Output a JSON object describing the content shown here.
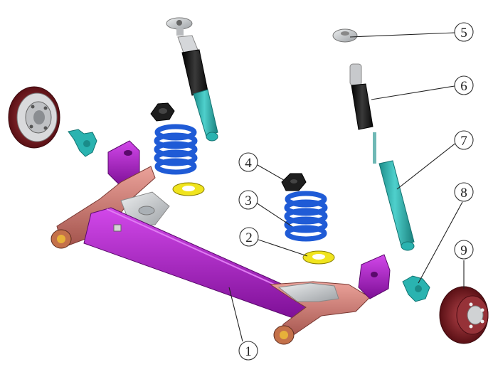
{
  "callouts": [
    {
      "id": "1",
      "label": "1"
    },
    {
      "id": "2",
      "label": "2"
    },
    {
      "id": "3",
      "label": "3"
    },
    {
      "id": "4",
      "label": "4"
    },
    {
      "id": "5",
      "label": "5"
    },
    {
      "id": "6",
      "label": "6"
    },
    {
      "id": "7",
      "label": "7"
    },
    {
      "id": "8",
      "label": "8"
    },
    {
      "id": "9",
      "label": "9"
    }
  ],
  "colors": {
    "beam": "#b21fd0",
    "beam_dark": "#7d0f96",
    "arm": "#d67b72",
    "arm_dark": "#a2524b",
    "spring": "#1f5bd6",
    "spring_dark": "#0d2f86",
    "seat": "#f0e41e",
    "damper": "#2ab3b0",
    "boot": "#1a1a1a",
    "drum": "#7a1d22",
    "metal": "#c9cbce"
  }
}
